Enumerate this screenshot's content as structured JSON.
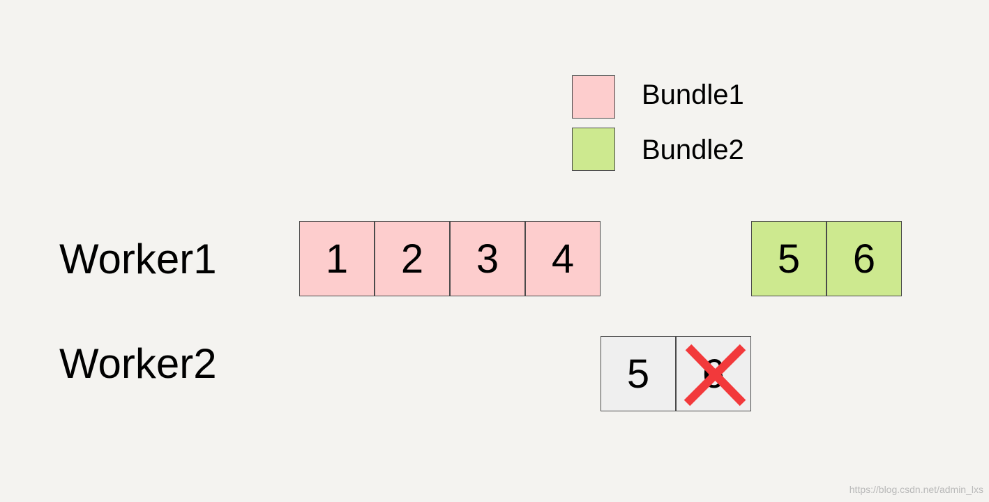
{
  "colors": {
    "background": "#f4f3f0",
    "bundle1": "#fdcdcd",
    "bundle2": "#cde98f",
    "failed": "#efefef",
    "border": "#4a4a4a",
    "cross": "#f2393b"
  },
  "legend": [
    {
      "label": "Bundle1",
      "color": "#fdcdcd"
    },
    {
      "label": "Bundle2",
      "color": "#cde98f"
    }
  ],
  "workers": [
    {
      "label": "Worker1",
      "groups": [
        {
          "bundle": "Bundle1",
          "cells": [
            "1",
            "2",
            "3",
            "4"
          ]
        },
        {
          "bundle": "Bundle2",
          "cells": [
            "5",
            "6"
          ]
        }
      ]
    },
    {
      "label": "Worker2",
      "groups": [
        {
          "bundle": "failed",
          "cells": [
            "5",
            "6"
          ],
          "crossed_out": [
            "6"
          ],
          "cross_icon": "x-mark-icon"
        }
      ]
    }
  ],
  "watermark": "https://blog.csdn.net/admin_lxs"
}
